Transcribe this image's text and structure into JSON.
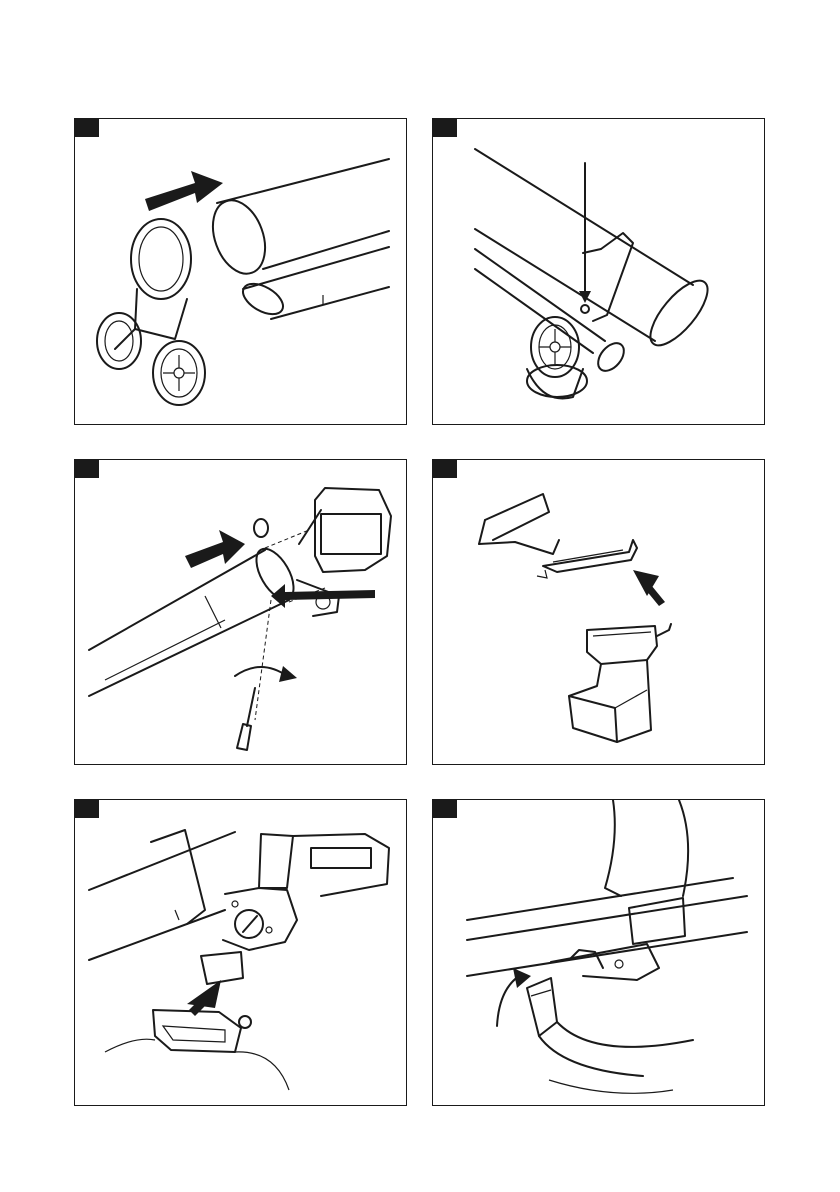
{
  "figures": [
    {
      "number": "",
      "description_icon": "wheel-assembly-attach-tube"
    },
    {
      "number": "",
      "description_icon": "tube-screw-location"
    },
    {
      "number": "",
      "description_icon": "tube-attach-to-motor-with-screw"
    },
    {
      "number": "",
      "description_icon": "collection-bag-adapter-attach"
    },
    {
      "number": "",
      "description_icon": "adapter-insert-into-blower"
    },
    {
      "number": "",
      "description_icon": "strap-clip-attach"
    }
  ],
  "colors": {
    "ink": "#1a1a1a",
    "paper": "#ffffff"
  }
}
